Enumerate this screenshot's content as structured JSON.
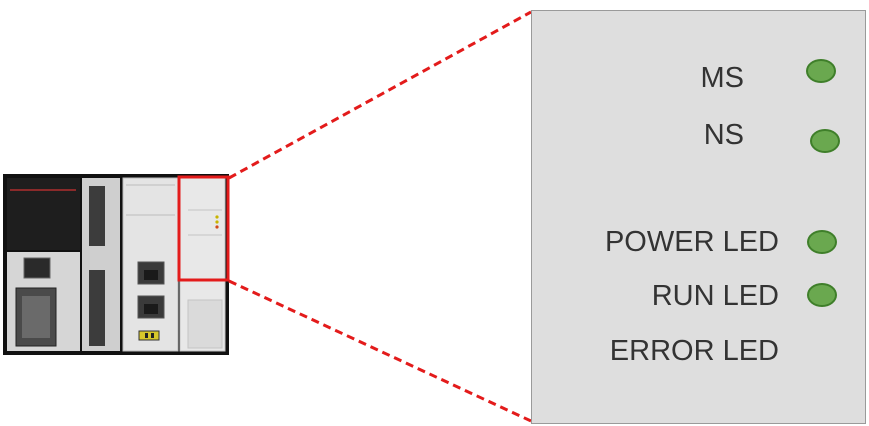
{
  "callout": {
    "leds": [
      {
        "label": "MS",
        "indicator": "green",
        "lit": true
      },
      {
        "label": "NS",
        "indicator": "green",
        "lit": true
      },
      {
        "label": "POWER LED",
        "indicator": "green",
        "lit": true
      },
      {
        "label": "RUN LED",
        "indicator": "green",
        "lit": true
      },
      {
        "label": "ERROR LED",
        "indicator": "none",
        "lit": false
      }
    ]
  },
  "colors": {
    "highlight": "#e31b1b",
    "led_green": "#6aa84f",
    "panel_bg": "#dedede"
  }
}
